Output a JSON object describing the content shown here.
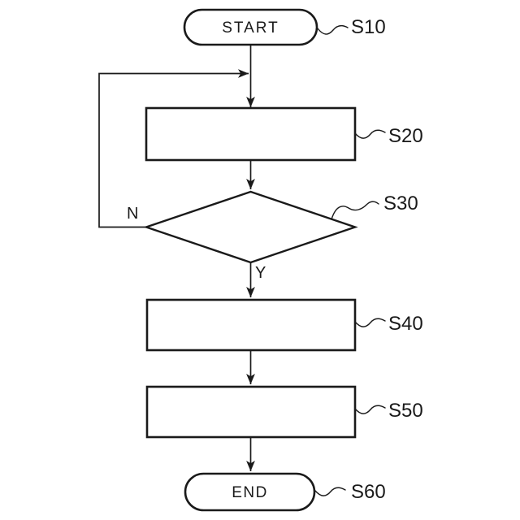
{
  "diagram": {
    "type": "flowchart",
    "background_color": "#ffffff",
    "stroke_color": "#1a1a1a",
    "text_color": "#1a1a1a",
    "nodes": {
      "start": {
        "shape": "stadium",
        "label": "START",
        "step": "S10"
      },
      "process1": {
        "shape": "rectangle",
        "label": "",
        "step": "S20"
      },
      "decision": {
        "shape": "diamond",
        "label": "",
        "step": "S30",
        "no_label": "N",
        "yes_label": "Y"
      },
      "process2": {
        "shape": "rectangle",
        "label": "",
        "step": "S40"
      },
      "process3": {
        "shape": "rectangle",
        "label": "",
        "step": "S50"
      },
      "end": {
        "shape": "stadium",
        "label": "END",
        "step": "S60"
      }
    },
    "edges": [
      {
        "from": "start",
        "to": "process1"
      },
      {
        "from": "process1",
        "to": "decision"
      },
      {
        "from": "decision",
        "to": "process2",
        "branch": "Y"
      },
      {
        "from": "decision",
        "to": "process1",
        "branch": "N",
        "kind": "loop-back"
      },
      {
        "from": "process2",
        "to": "process3"
      },
      {
        "from": "process3",
        "to": "end"
      }
    ]
  }
}
